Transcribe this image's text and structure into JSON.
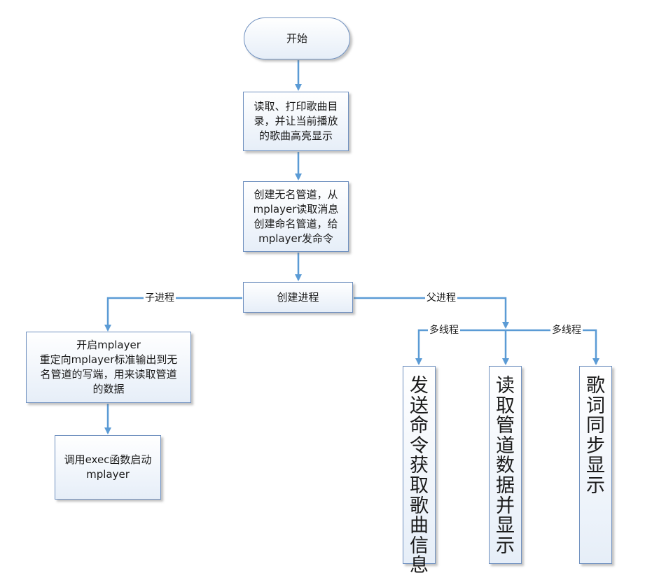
{
  "colors": {
    "line": "#5b9bd5",
    "node_border": "#6f90bf",
    "node_fill": "#e6eef8"
  },
  "nodes": {
    "start": "开始",
    "read_print": "读取、打印歌曲目\n录，并让当前播放\n的歌曲高亮显示",
    "create_pipes": "创建无名管道，从\nmplayer读取消息\n创建命名管道，给\nmplayer发命令",
    "create_process": "创建进程",
    "start_mplayer": "开启mplayer\n重定向mplayer标准输出到无\n名管道的写端，用来读取管道\n的数据",
    "exec_mplayer": "调用exec函数启动\nmplayer",
    "send_command": "发送命令获取歌曲信息",
    "read_pipe": "读取管道数据并显示",
    "lyrics": "歌词同步显示"
  },
  "edge_labels": {
    "child": "子进程",
    "parent": "父进程",
    "thread_left": "多线程",
    "thread_right": "多线程"
  }
}
